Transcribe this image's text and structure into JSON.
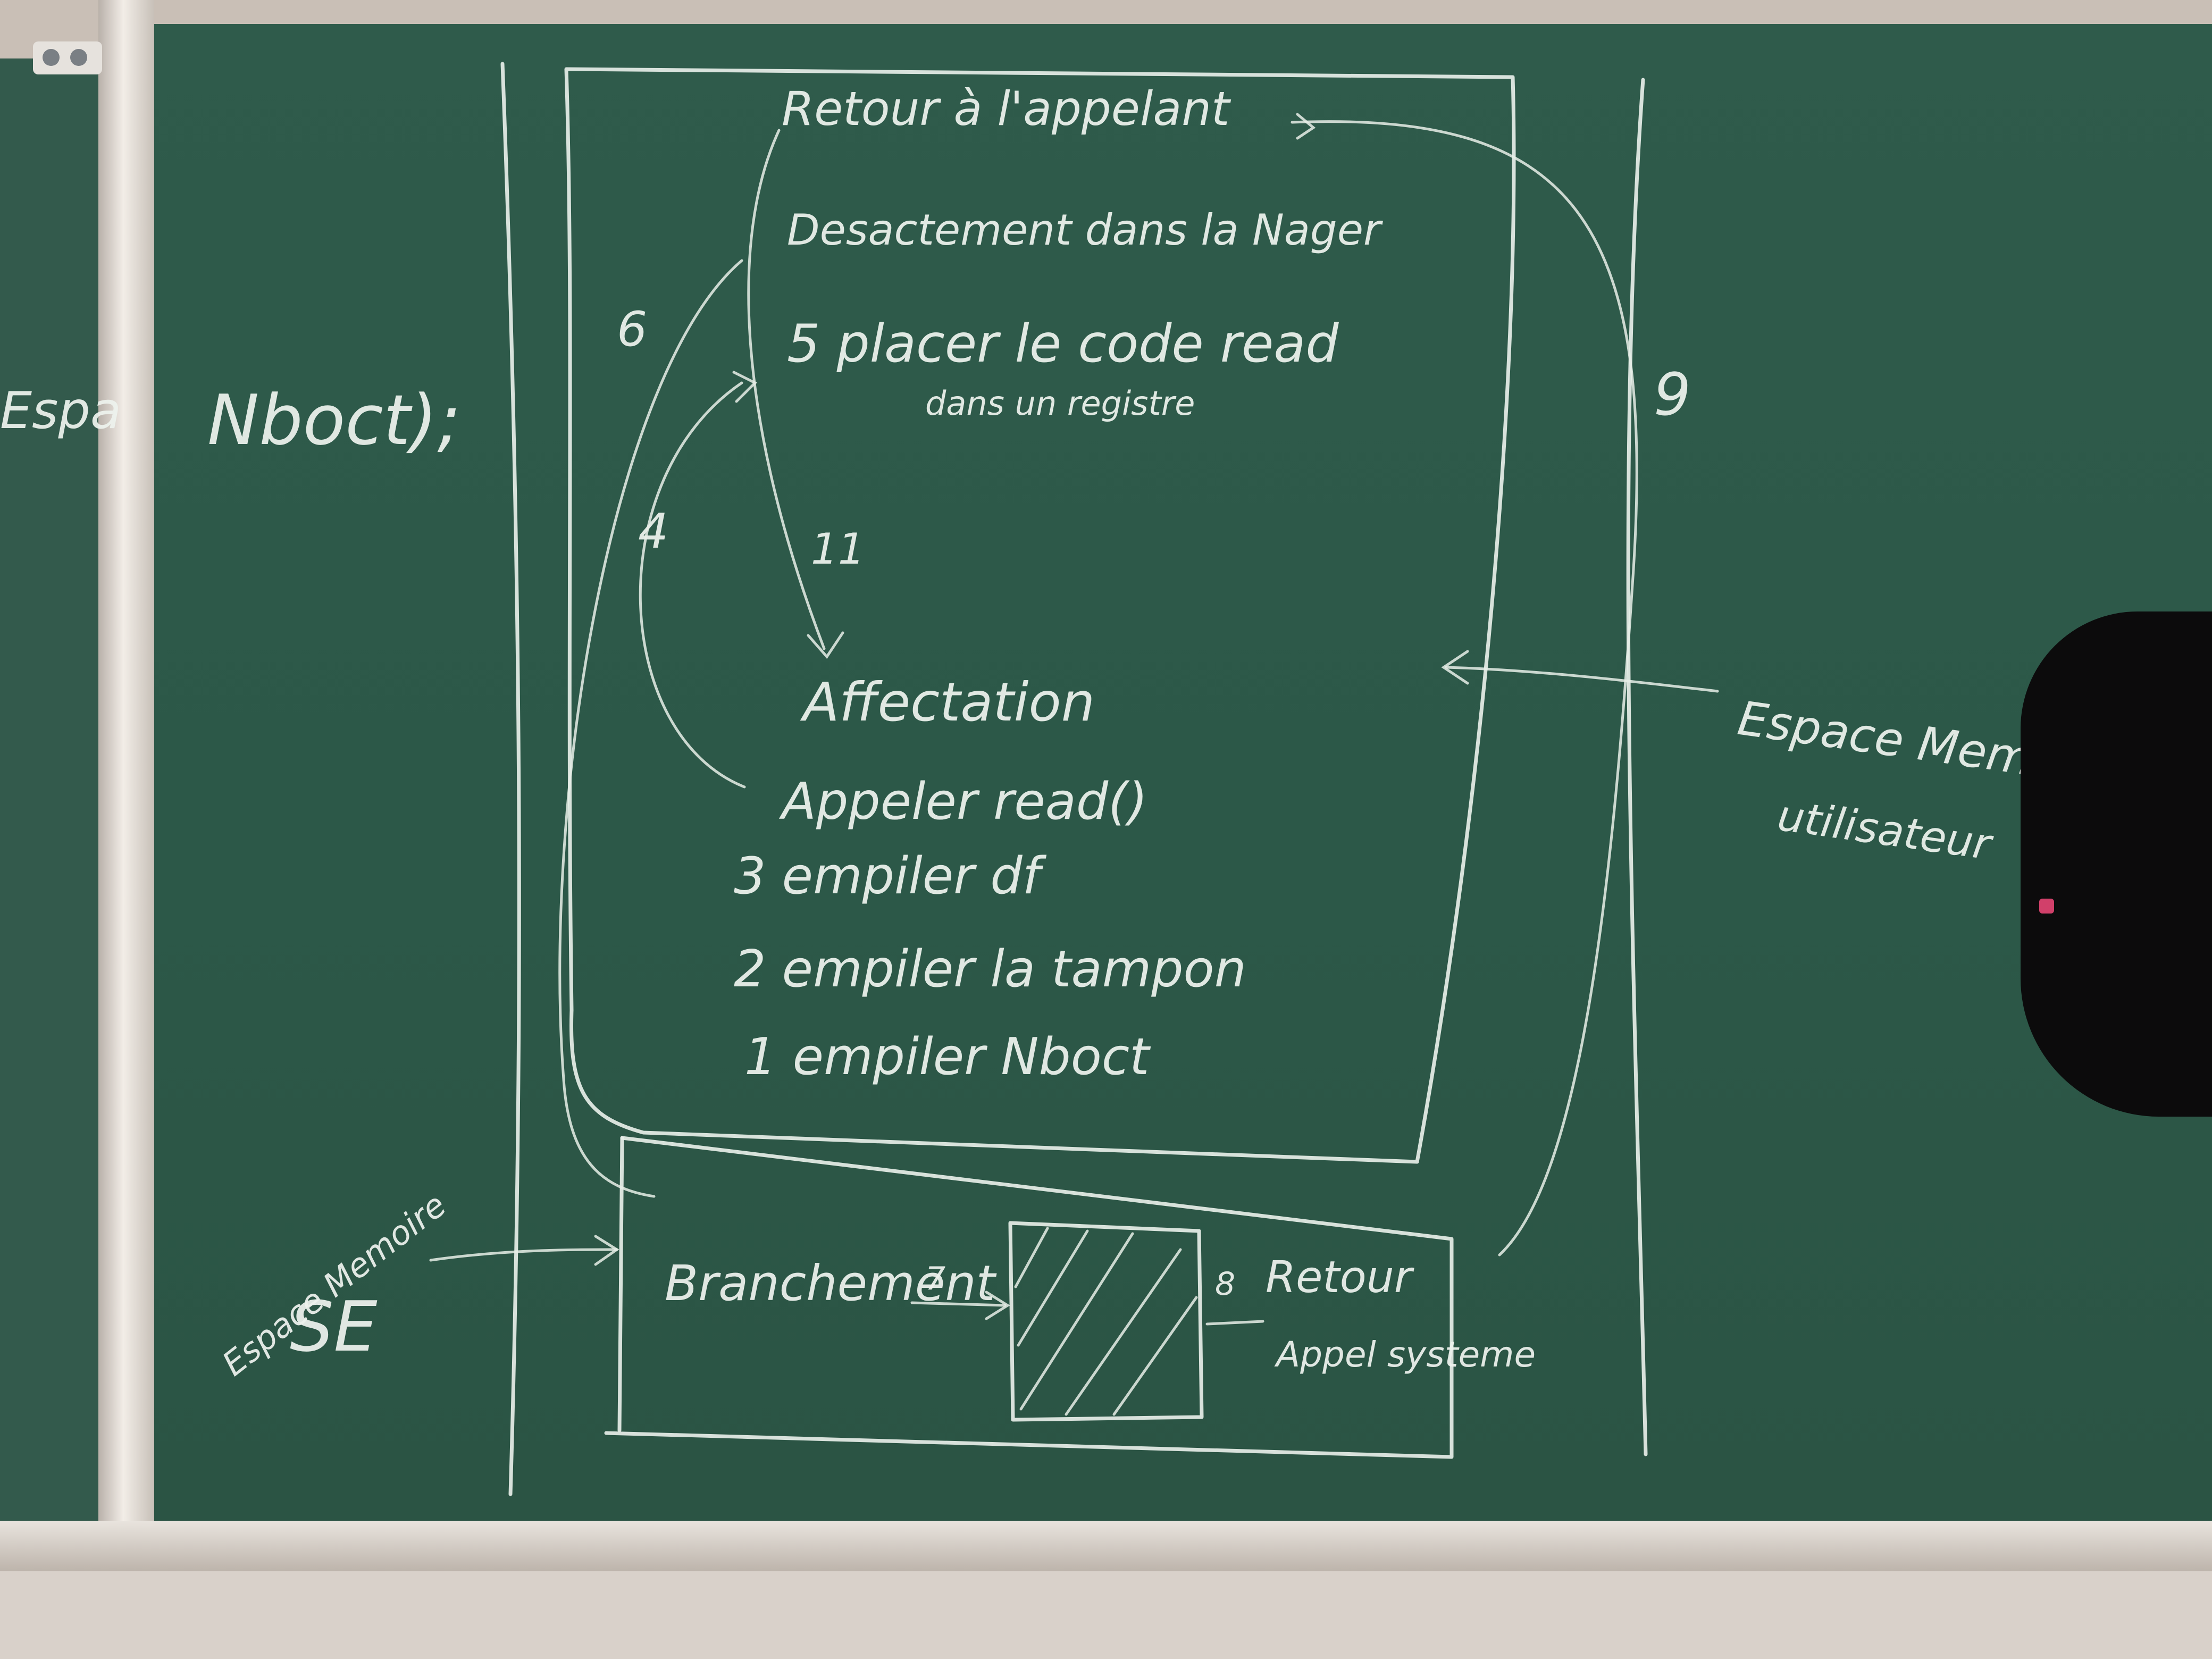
{
  "board_left": {
    "text_fragment": "Espa"
  },
  "board": {
    "call_args": "Nboct);",
    "stack_lines": [
      "Retour à l'appelant",
      "Desactement dans la Nager",
      "5 placer le code read",
      "dans un registre",
      "Affectation",
      "Appeler read()",
      "3 empiler df",
      "2 empiler la tampon",
      "1 empiler Nboct"
    ],
    "step_numbers": [
      "6",
      "4",
      "11",
      "9"
    ],
    "os_region": {
      "label_space": "Espace Memoire",
      "label_se": "SE",
      "branch": "Branchement",
      "branch_step": "7",
      "return_step": "8",
      "return_line1": "Retour",
      "return_line2": "Appel systeme"
    },
    "user_region": {
      "line1": "Espace Memoire",
      "line2": "utilisateur"
    }
  }
}
